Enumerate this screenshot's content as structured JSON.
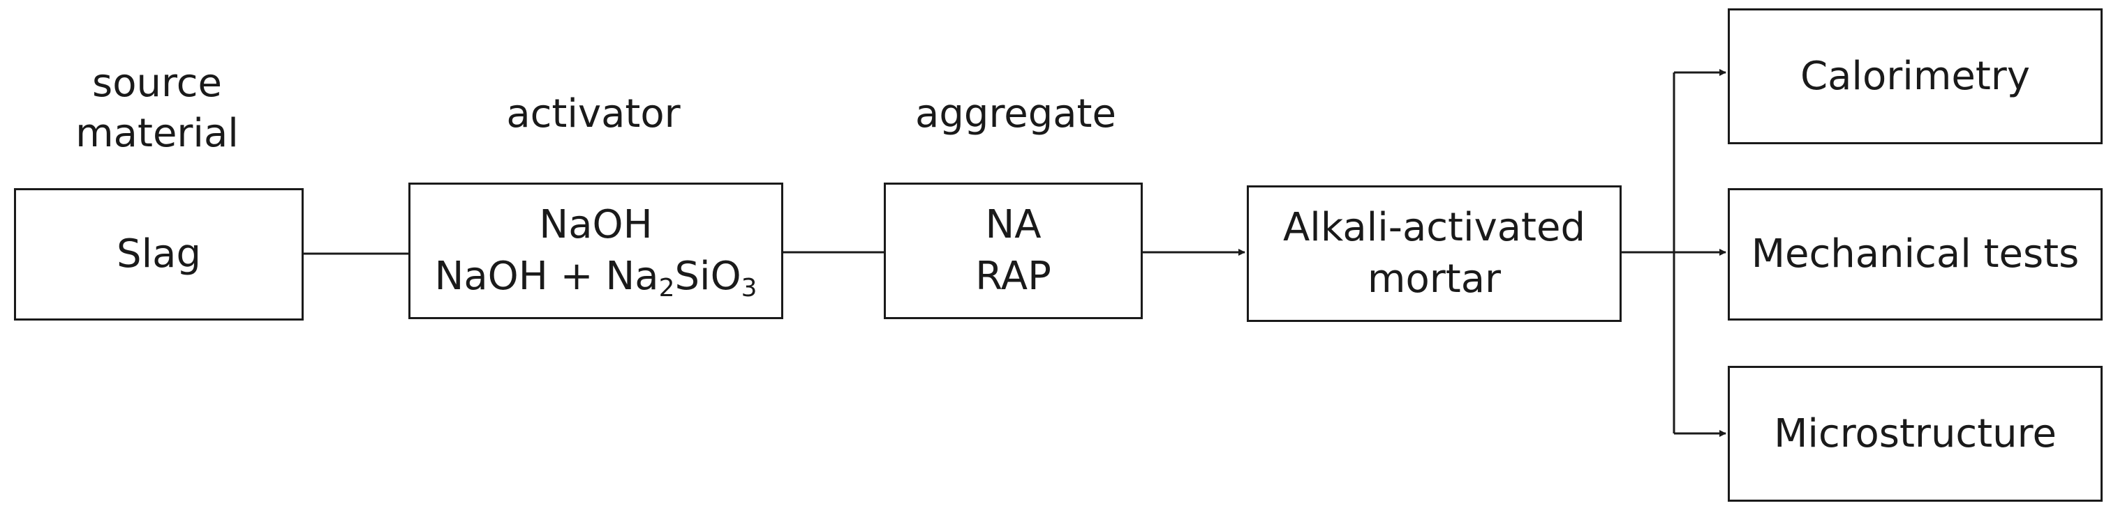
{
  "stages": {
    "source": {
      "heading_line1": "source",
      "heading_line2": "material",
      "box_text": "Slag"
    },
    "activator": {
      "heading": "activator",
      "line1": "NaOH",
      "line2_prefix": "NaOH + Na",
      "line2_sub1": "2",
      "line2_mid": "SiO",
      "line2_sub2": "3"
    },
    "aggregate": {
      "heading": "aggregate",
      "line1": "NA",
      "line2": "RAP"
    },
    "mortar": {
      "line1": "Alkali-activated",
      "line2": "mortar"
    }
  },
  "outputs": [
    {
      "label": "Calorimetry"
    },
    {
      "label": "Mechanical tests"
    },
    {
      "label": "Microstructure"
    }
  ]
}
